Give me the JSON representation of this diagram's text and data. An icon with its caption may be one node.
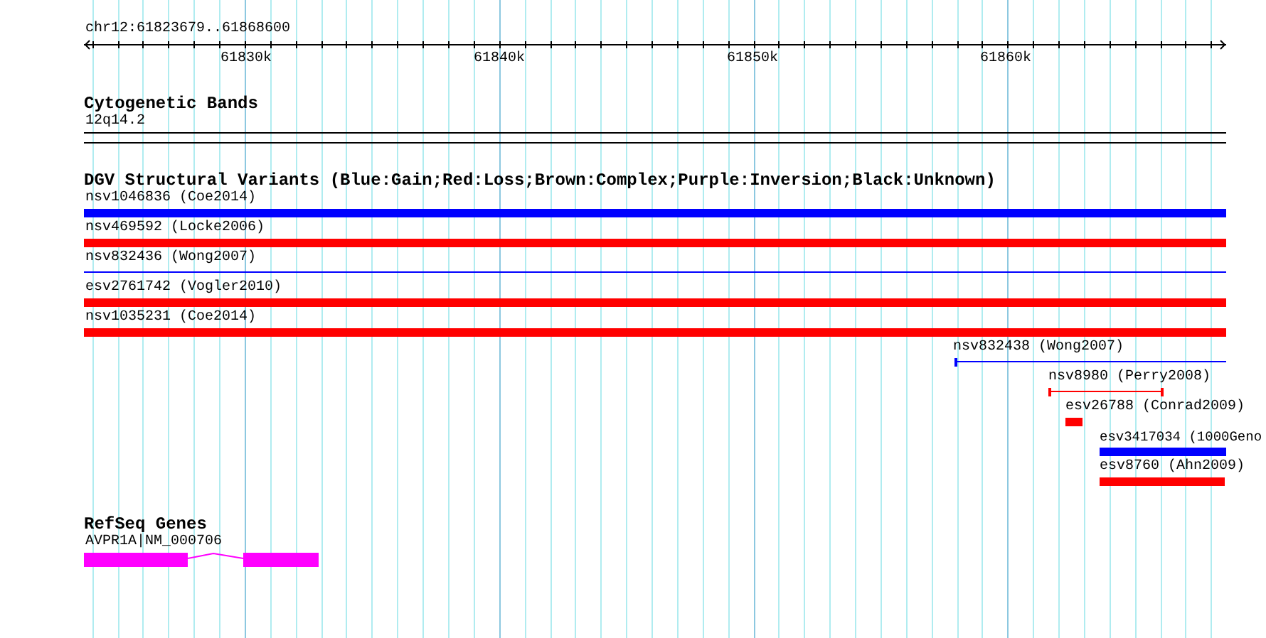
{
  "diagram": {
    "nodes": [
      {
        "text": [
          "12q14.2"
        ]
      },
      {
        "text": [
          "nsv1046836 (Coe2014)"
        ]
      },
      {
        "text": [
          "nsv469592 (Locke2006)"
        ]
      },
      {
        "text": [
          "nsv832436 (Wong2007)"
        ]
      },
      {
        "text": [
          "esv2761742 (Vogler2010)"
        ]
      },
      {
        "text": [
          "nsv1035231 (Coe2014)"
        ]
      },
      {
        "text": [
          "nsv832438 (Wong2007)"
        ]
      },
      {
        "text": [
          "nsv8980 (Perry2008)"
        ]
      },
      {
        "text": [
          "esv26788 (Conrad2009)"
        ]
      },
      {
        "text": [
          "esv3417034 (1000Geno"
        ]
      },
      {
        "text": [
          "esv8760 (Ahn2009)"
        ]
      },
      {
        "text": [
          "AVPR1A|NM_000706"
        ]
      }
    ],
    "labels": [
      "chr12:61823679..61868600",
      "61830k",
      "61840k",
      "61850k",
      "61860k",
      "Cytogenetic Bands",
      "DGV Structural Variants (Blue:Gain;Red:Loss;Brown:Complex;Purple:Inversion;Black:Unknown)",
      "RefSeq Genes"
    ]
  }
}
